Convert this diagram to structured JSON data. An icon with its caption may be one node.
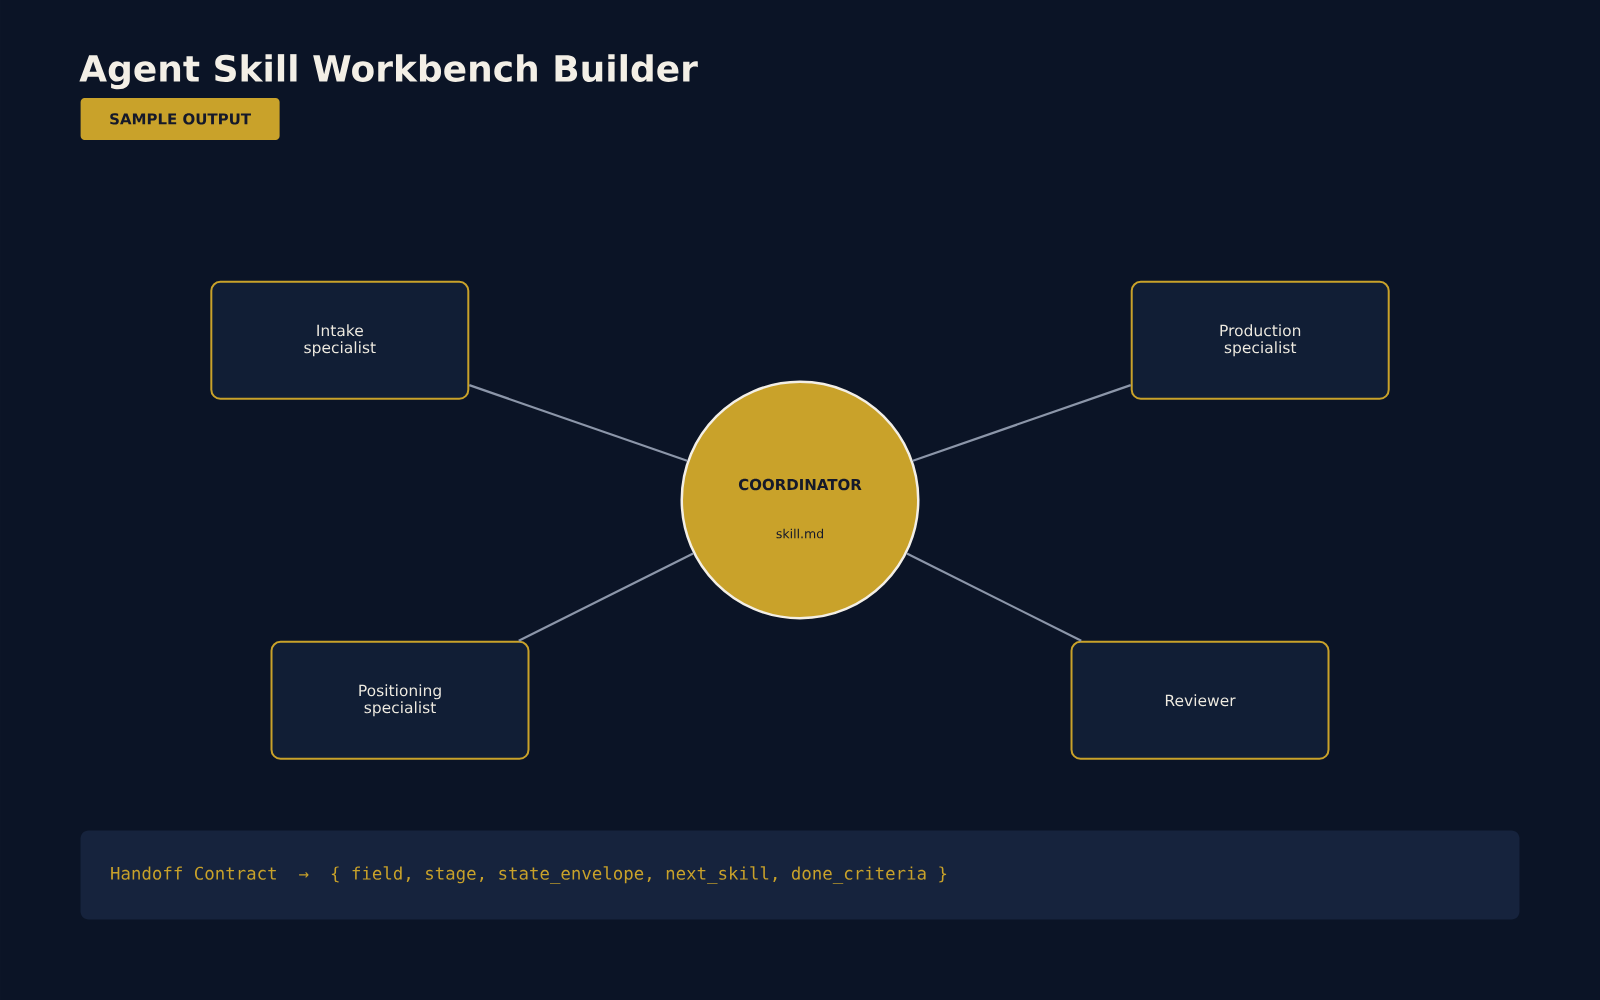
{
  "diagram": {
    "title": "Agent Skill Workbench Builder",
    "nodes": [
      {
        "text": [
          "SAMPLE OUTPUT"
        ]
      },
      {
        "text": [
          "Intake specialist"
        ]
      },
      {
        "text": [
          "Production specialist"
        ]
      },
      {
        "text": [
          "COORDINATOR",
          "skill.md"
        ]
      },
      {
        "text": [
          "Positioning specialist"
        ]
      },
      {
        "text": [
          "Reviewer"
        ]
      },
      {
        "text": [
          "Handoff Contract  →  { field, stage, state_envelope, next_skill, done_criteria }"
        ]
      }
    ],
    "edges": [
      {
        "from": 3,
        "to": 1,
        "arrow": "none"
      },
      {
        "from": 3,
        "to": 2,
        "arrow": "none"
      },
      {
        "from": 3,
        "to": 4,
        "arrow": "none"
      },
      {
        "from": 3,
        "to": 5,
        "arrow": "none"
      }
    ]
  }
}
